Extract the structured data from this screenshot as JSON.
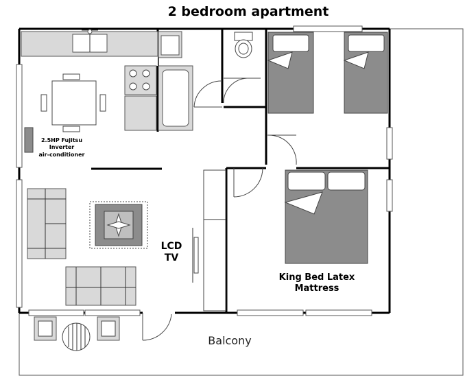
{
  "title": "2 bedroom apartment",
  "labels": {
    "aircon_line1": "2.5HP Fujitsu",
    "aircon_line2": "Inverter",
    "aircon_line3": "air-conditioner",
    "tv_line1": "LCD",
    "tv_line2": "TV",
    "bed_line1": "King Bed Latex",
    "bed_line2": "Mattress",
    "balcony": "Balcony"
  }
}
